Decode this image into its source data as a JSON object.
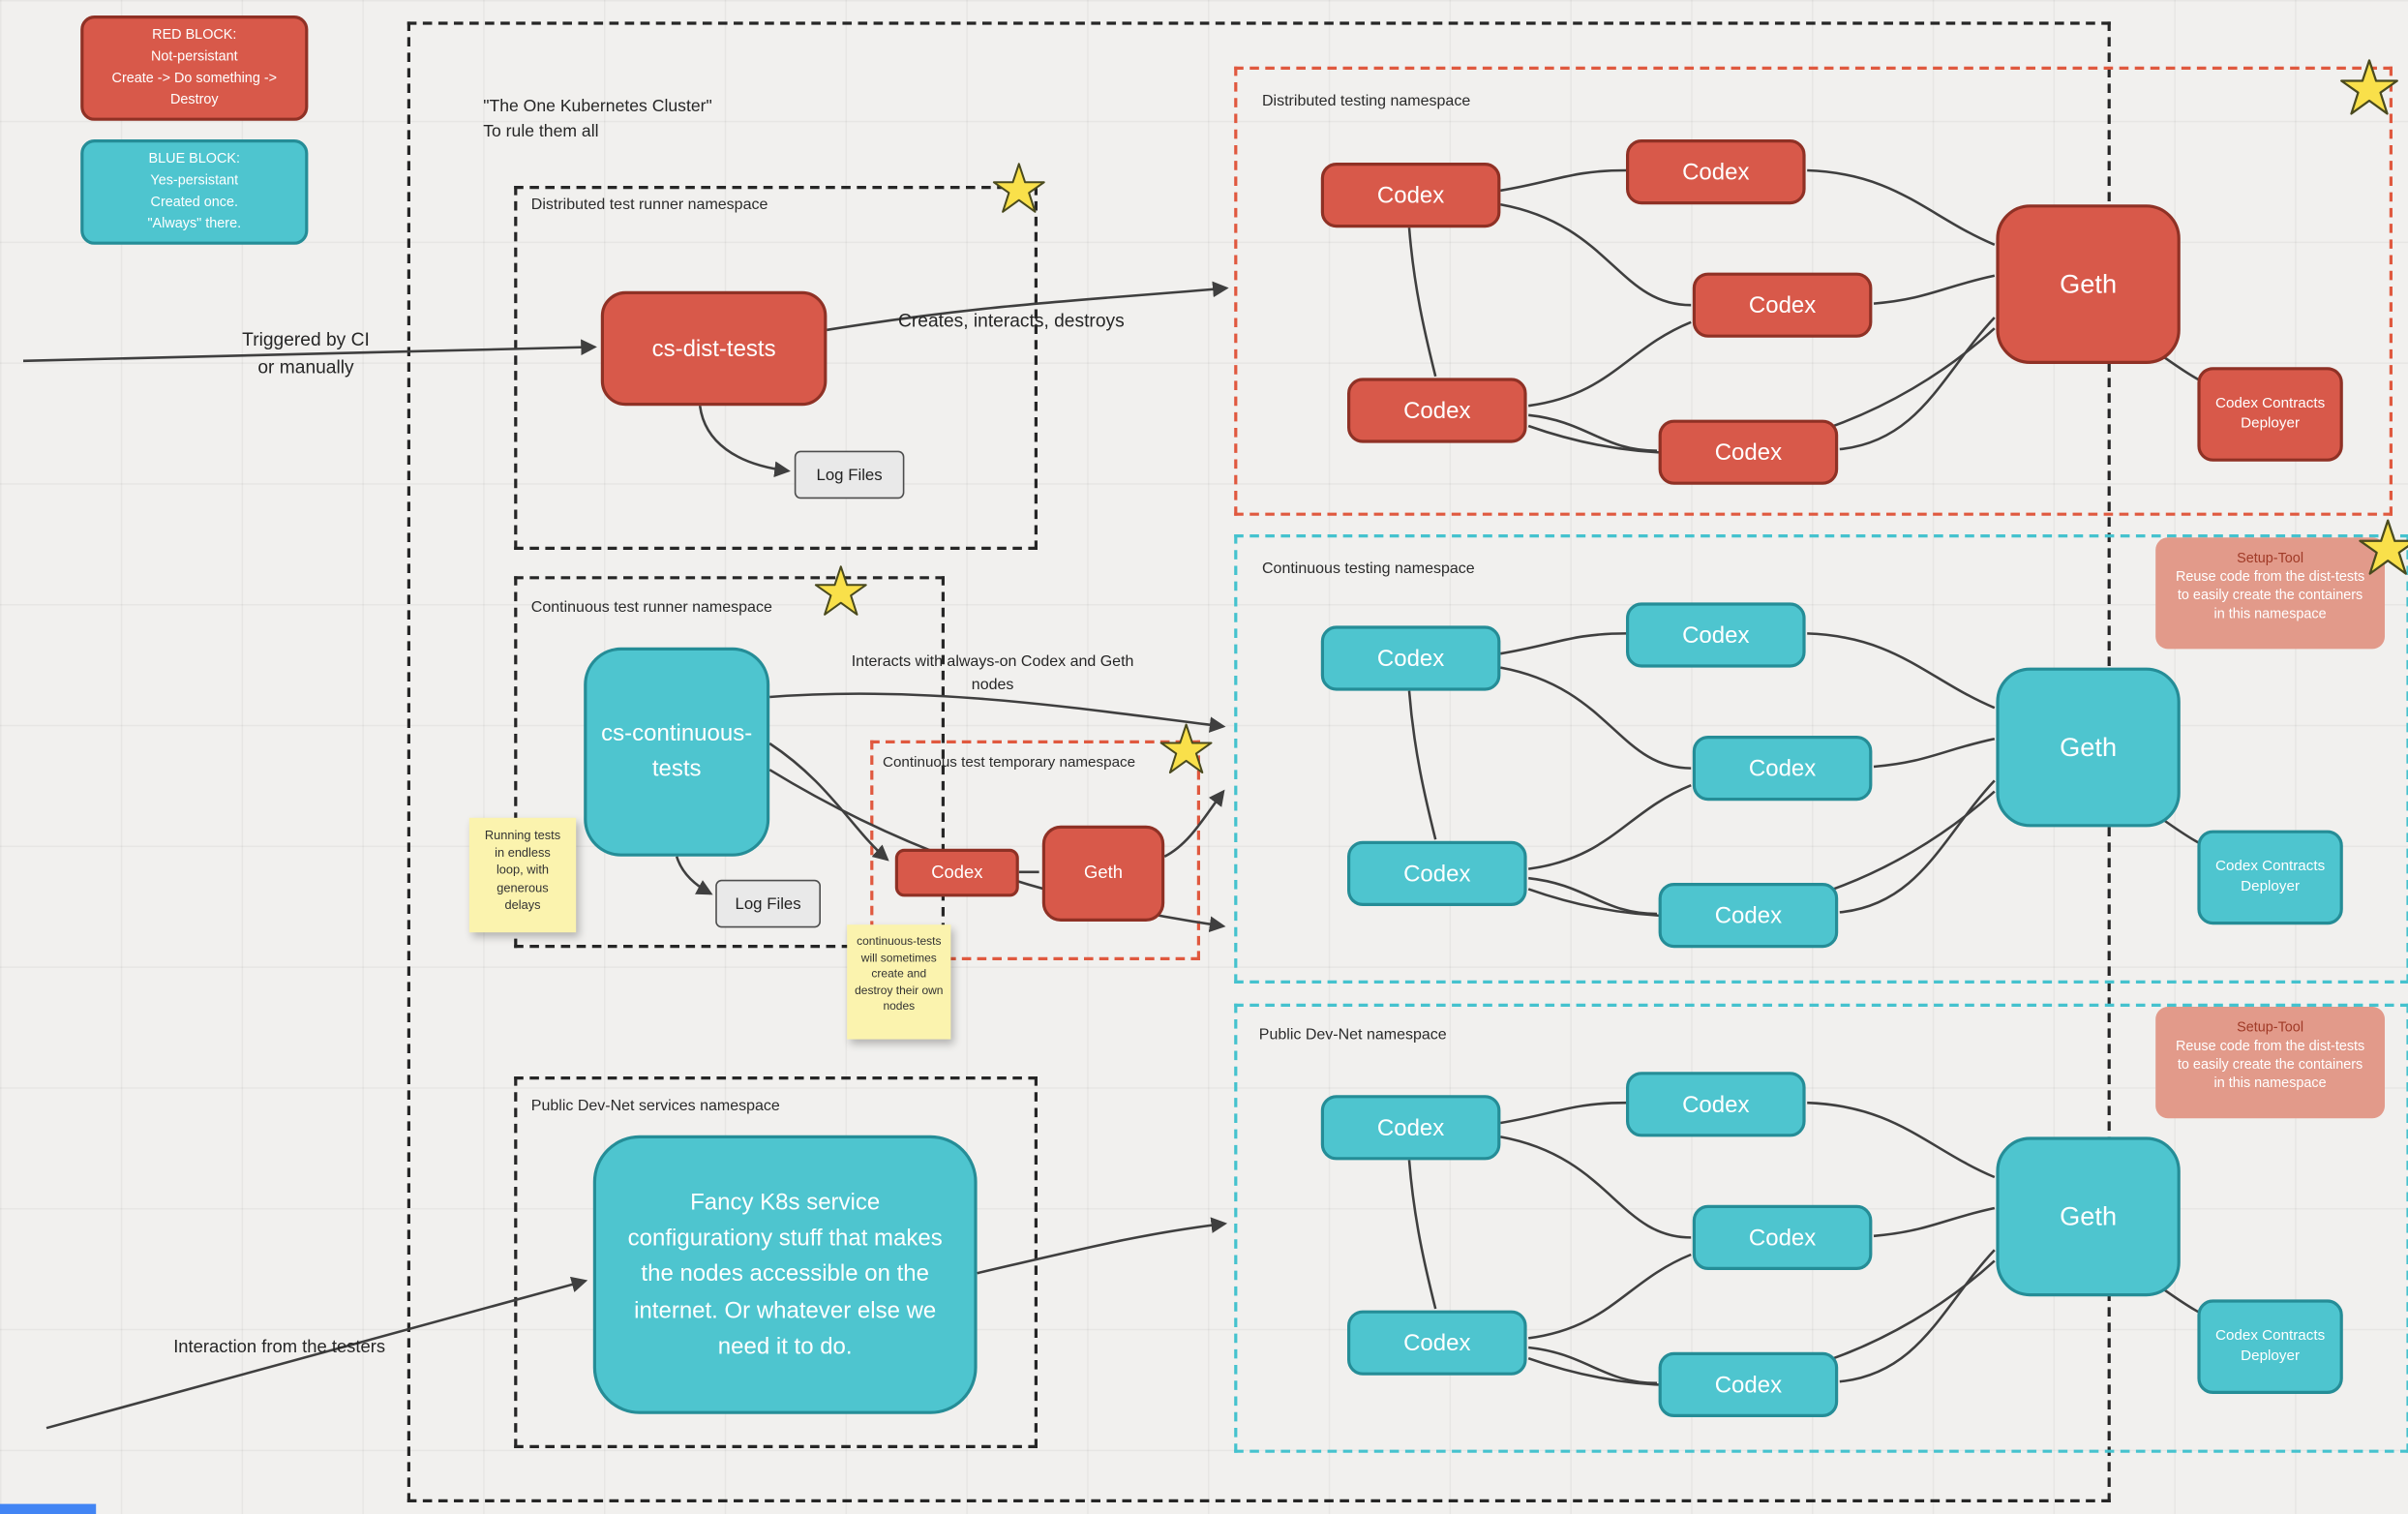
{
  "legend": {
    "red_block": "RED BLOCK:\nNot-persistant\nCreate -> Do something ->\nDestroy",
    "blue_block": "BLUE BLOCK:\nYes-persistant\nCreated once.\n\"Always\" there."
  },
  "cluster_title": "\"The One Kubernetes Cluster\"\nTo rule them all",
  "annotations": {
    "triggered_by_ci": "Triggered by CI\nor manually",
    "creates_interacts_destroys": "Creates, interacts, destroys",
    "interacts_always_on": "Interacts with always-on Codex and Geth\nnodes",
    "interaction_from_testers": "Interaction from the testers"
  },
  "namespaces": {
    "distributed_runner": "Distributed test runner namespace",
    "distributed_testing": "Distributed testing namespace",
    "continuous_runner": "Continuous test runner namespace",
    "temporary": "Continuous test temporary namespace",
    "continuous_testing": "Continuous testing namespace",
    "devnet_services": "Public Dev-Net services namespace",
    "devnet": "Public Dev-Net namespace"
  },
  "nodes": {
    "cs_dist_tests": "cs-dist-tests",
    "cs_continuous_tests": "cs-continuous-tests",
    "log_files": "Log Files",
    "codex": "Codex",
    "geth": "Geth",
    "deployer": "Codex Contracts Deployer",
    "fancy_service": "Fancy K8s service configurationy stuff that makes the nodes accessible on the internet. Or whatever else we need it to do."
  },
  "notes": {
    "running_tests": "Running tests\nin endless\nloop, with\ngenerous\ndelays",
    "continuous_tests": "continuous-tests\nwill sometimes\ncreate and\ndestroy their own\nnodes",
    "setup_tool_title": "Setup-Tool",
    "setup_tool_body": "Reuse code from the dist-tests\nto easily create the containers\nin this namespace"
  },
  "colors": {
    "red_node": "#d8594a",
    "teal_node": "#4ec5cf",
    "red_dashed": "#e05b41",
    "teal_dashed": "#45c2ce",
    "sticky_yellow": "#fbf3ae",
    "salmon_note": "#e29a8a",
    "star_yellow": "#f9e04a"
  }
}
